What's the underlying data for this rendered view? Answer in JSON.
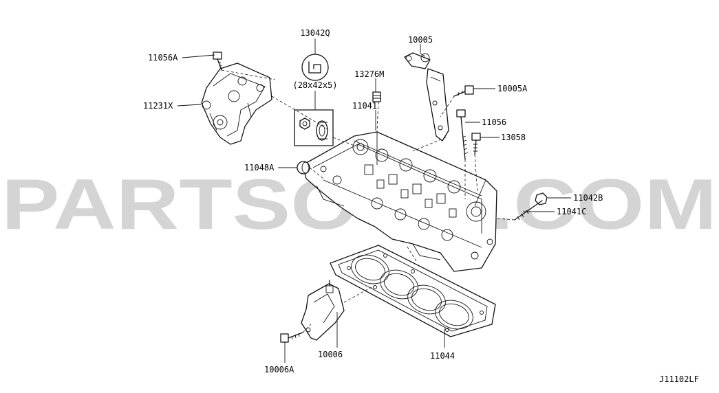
{
  "watermark": "PARTSOUQ.COM",
  "diagram_code": "J11102LF",
  "labels": {
    "p13042Q": "13042Q",
    "p13042Q_size": "(28x42x5)",
    "p10005": "10005",
    "p11056A": "11056A",
    "p13276M": "13276M",
    "p10005A": "10005A",
    "p11231X": "11231X",
    "p11041": "11041",
    "p11056": "11056",
    "p13058": "13058",
    "p11048A": "11048A",
    "p11042B": "11042B",
    "p11041C": "11041C",
    "p10006": "10006",
    "p10006A": "10006A",
    "p11044": "11044"
  },
  "icons": {
    "seal": "oil-seal-icon",
    "bolt": "bolt-icon",
    "plug": "plug-icon"
  }
}
